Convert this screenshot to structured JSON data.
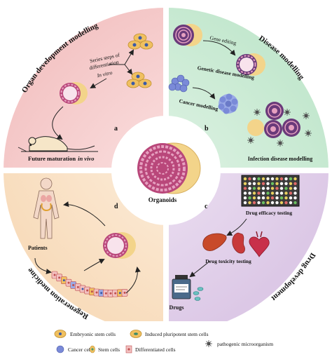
{
  "quadrants": {
    "a": {
      "letter": "a",
      "title": "Organ development modelling",
      "color": "#f7d3d3"
    },
    "b": {
      "letter": "b",
      "title": "Disease modelling",
      "color": "#d3eedb"
    },
    "c": {
      "letter": "c",
      "title": "Drug development",
      "color": "#e3d3ea"
    },
    "d": {
      "letter": "d",
      "title": "Regeneration medicine",
      "color": "#fbe6cf"
    }
  },
  "center": {
    "label": "Organoids"
  },
  "labels": {
    "series_steps_1": "Series steps of",
    "series_steps_2": "differentiation",
    "in_vitro": "In vitro",
    "future_maturation": "Future maturation",
    "in_vivo": "in vivo",
    "gene_editing": "Gene editing",
    "genetic_disease": "Genetic disease modelling",
    "cancer_modelling": "Cancer modelling",
    "infection_disease": "Infection disease modelling",
    "drug_efficacy": "Drug efficacy testing",
    "drug_toxicity": "Drug toxicity testing",
    "drugs": "Drugs",
    "patients": "Patients"
  },
  "legend": [
    {
      "label": "Embryonic stem cells",
      "icon": "esc-icon",
      "color": "#f0c060"
    },
    {
      "label": "Induced pluripotent stem cells",
      "icon": "ipsc-icon",
      "color": "#f0c060"
    },
    {
      "label": "pathogenic microorganism",
      "icon": "pathogen-icon",
      "color": "#555555"
    },
    {
      "label": "Cancer cells",
      "icon": "cancer-cell-icon",
      "color": "#7a8ad8"
    },
    {
      "label": "Stem cells",
      "icon": "stem-cell-icon",
      "color": "#4a9a6a"
    },
    {
      "label": "Differentiated cells",
      "icon": "differentiated-cell-icon",
      "color": "#e07070"
    }
  ]
}
